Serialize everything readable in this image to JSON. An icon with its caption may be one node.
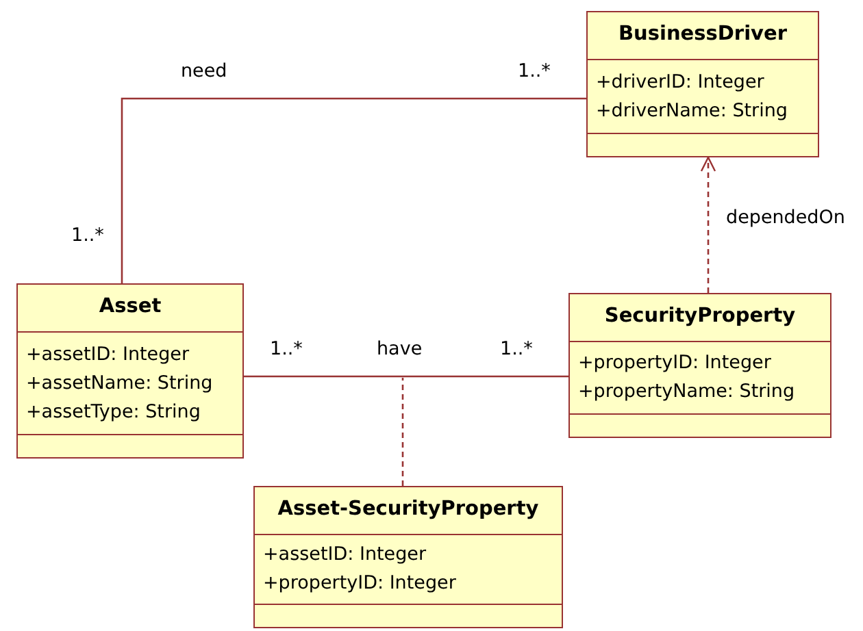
{
  "diagram": {
    "nodes": [
      {
        "text": [
          "BusinessDriver",
          "+driverID: Integer",
          "+driverName: String"
        ]
      },
      {
        "text": [
          "Asset",
          "+assetID: Integer",
          "+assetName: String",
          "+assetType: String"
        ]
      },
      {
        "text": [
          "SecurityProperty",
          "+propertyID: Integer",
          "+propertyName: String"
        ]
      },
      {
        "text": [
          "Asset-SecurityProperty",
          "+assetID: Integer",
          "+propertyID: Integer"
        ]
      }
    ],
    "edges": [
      {
        "from": 1,
        "to": 0,
        "arrow": "none",
        "label": "need"
      },
      {
        "from": 2,
        "to": 0,
        "arrow": "to",
        "label": "dependedOn",
        "style": "dashed"
      },
      {
        "from": 1,
        "to": 2,
        "arrow": "none",
        "label": "have"
      },
      {
        "from": 3,
        "to": null,
        "arrow": "none",
        "style": "dashed"
      }
    ],
    "labels": [
      "1..*",
      "1..*",
      "1..*",
      "1..*"
    ]
  }
}
